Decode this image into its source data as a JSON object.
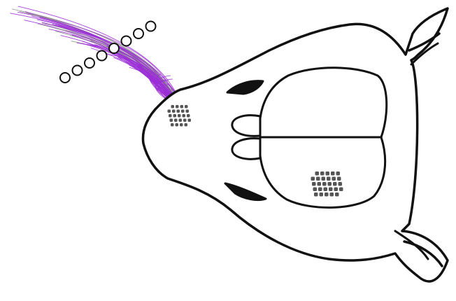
{
  "figure": {
    "subject": "rat-head-top-view",
    "colors": {
      "outline": "#111111",
      "whisker_purple": "#9b2fd6",
      "whisker_gray": "#8a8a8a",
      "barrel_pattern": "#555555",
      "background": "#ffffff"
    },
    "whisker_rows": 7,
    "follicle_circles": 8,
    "barrel_fields": 2
  }
}
